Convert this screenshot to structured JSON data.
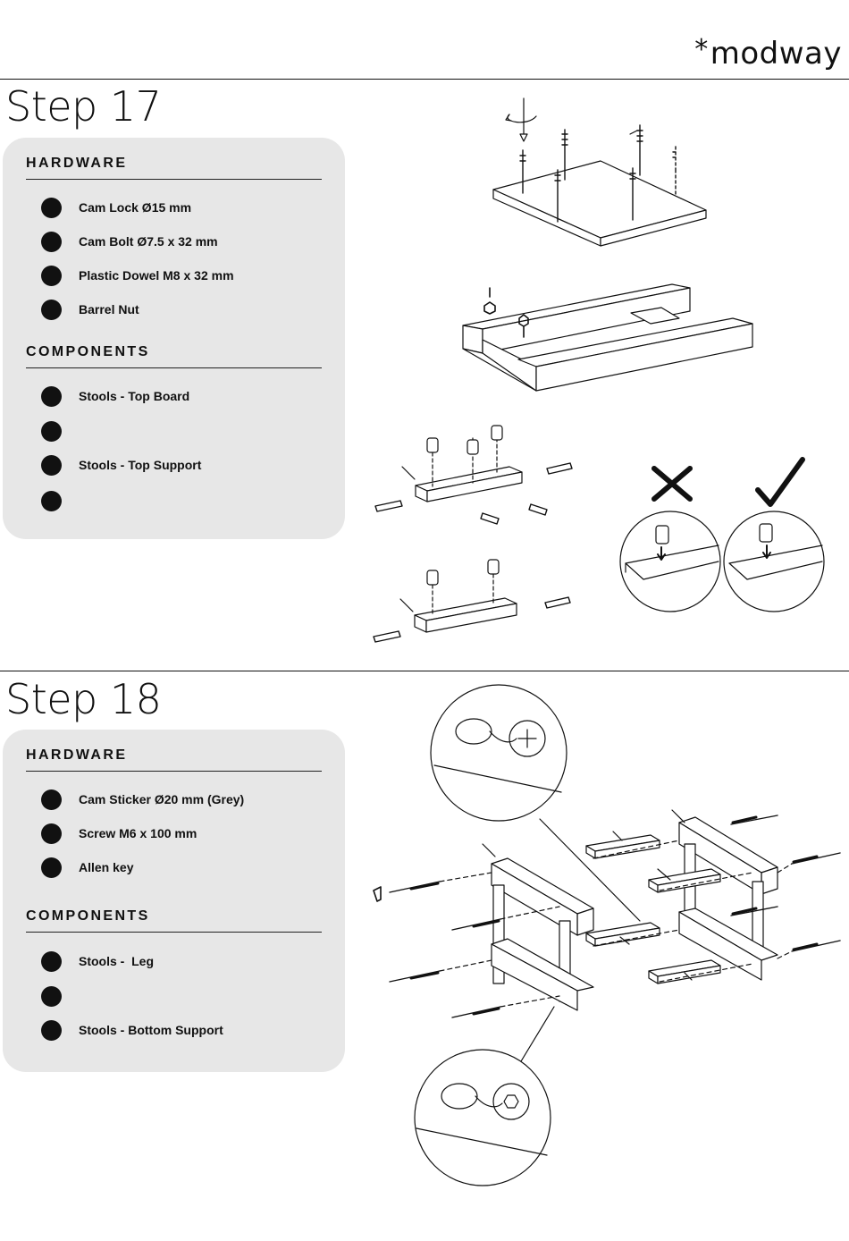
{
  "brand": {
    "star": "*",
    "name": "modway"
  },
  "steps": [
    {
      "title": "Step 17",
      "hardware_heading": "HARDWARE",
      "hardware": [
        "Cam Lock Ø15 mm",
        "Cam Bolt Ø7.5 x 32 mm",
        "Plastic Dowel M8 x 32 mm",
        "Barrel Nut"
      ],
      "components_heading": "COMPONENTS",
      "components": [
        "Stools - Top Board",
        "",
        "Stools - Top Support",
        ""
      ]
    },
    {
      "title": "Step 18",
      "hardware_heading": "HARDWARE",
      "hardware": [
        "Cam Sticker Ø20 mm (Grey)",
        "Screw M6 x 100 mm",
        "Allen key"
      ],
      "components_heading": "COMPONENTS",
      "components": [
        "Stools -  Leg",
        "",
        "Stools - Bottom Support"
      ]
    }
  ]
}
